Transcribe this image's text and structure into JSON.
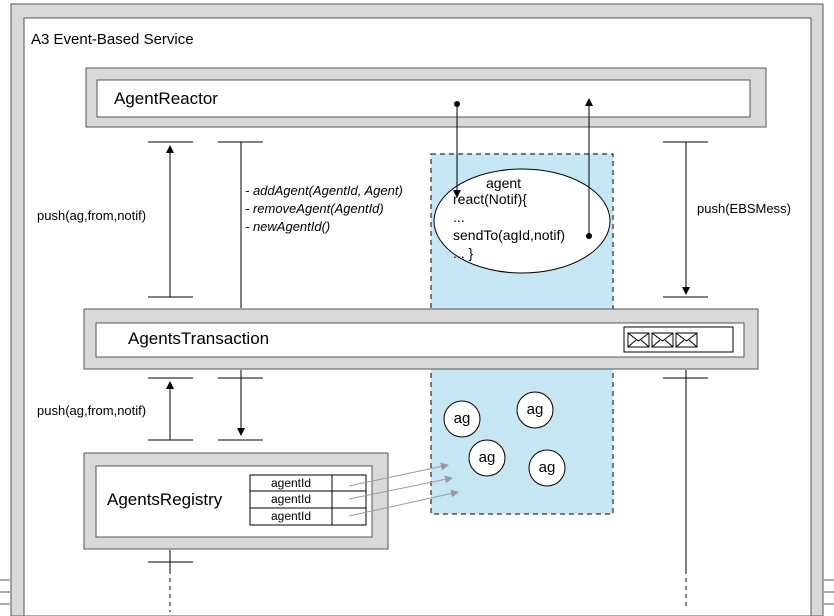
{
  "title": "A3 Event-Based Service",
  "components": {
    "reactor": "AgentReactor",
    "transaction": "AgentsTransaction",
    "registry": "AgentsRegistry"
  },
  "labels": {
    "push_left_top": "push(ag,from,notif)",
    "push_left_bottom": "push(ag,from,notif)",
    "push_right": "push(EBSMess)",
    "methods": [
      "- addAgent(AgentId, Agent)",
      "- removeAgent(AgentId)",
      "- newAgentId()"
    ]
  },
  "agent_bubble": {
    "title": "agent",
    "lines": [
      "react(Notif){",
      "...",
      "sendTo(agId,notif)",
      "... }"
    ]
  },
  "agents": [
    "ag",
    "ag",
    "ag",
    "ag"
  ],
  "registry_rows": [
    "agentId",
    "agentId",
    "agentId"
  ],
  "colors": {
    "frame": "#555555",
    "box_fill": "#d9d9d9",
    "agent_area": "#c6e6f3",
    "arrow_gray": "#9a9a9a"
  }
}
